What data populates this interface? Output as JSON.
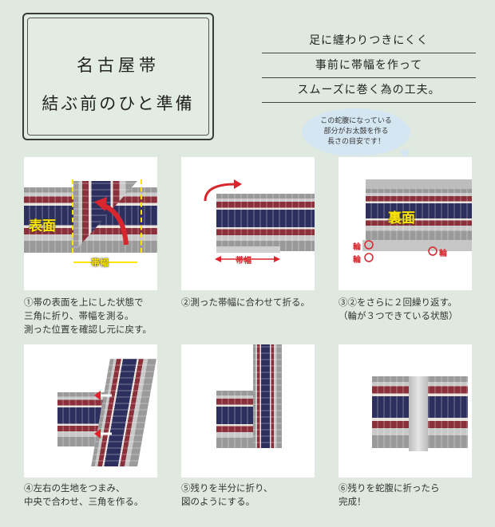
{
  "title": {
    "line1": "名古屋帯",
    "line2": "結ぶ前のひと準備"
  },
  "taglines": [
    "足に纏わりつきにくく",
    "事前に帯幅を作って",
    "スムーズに巻く為の工夫。"
  ],
  "bubble": {
    "line1": "この蛇腹になっている",
    "line2": "部分がお太鼓を作る",
    "line3": "長さの目安です！"
  },
  "steps": [
    {
      "caption": "①帯の表面を上にした状態で\n三角に折り、帯幅を測る。\n測った位置を確認し元に戻す。",
      "labels": {
        "front": "表面",
        "width": "帯幅"
      }
    },
    {
      "caption": "②測った帯幅に合わせて折る。",
      "labels": {
        "width": "帯幅"
      }
    },
    {
      "caption": "③②をさらに２回繰り返す。\n（輪が３つできている状態）",
      "labels": {
        "back": "裏面",
        "ring": "輪"
      }
    },
    {
      "caption": "④左右の生地をつまみ、\n中央で合わせ、三角を作る。"
    },
    {
      "caption": "⑤残りを半分に折り、\n図のようにする。"
    },
    {
      "caption": "⑥残りを蛇腹に折ったら\n完成！"
    }
  ],
  "colors": {
    "background": "#dfe9df",
    "arrow_red": "#d8262e",
    "guide_yellow": "#ffe600",
    "bubble_blue": "#d4e6f2"
  }
}
